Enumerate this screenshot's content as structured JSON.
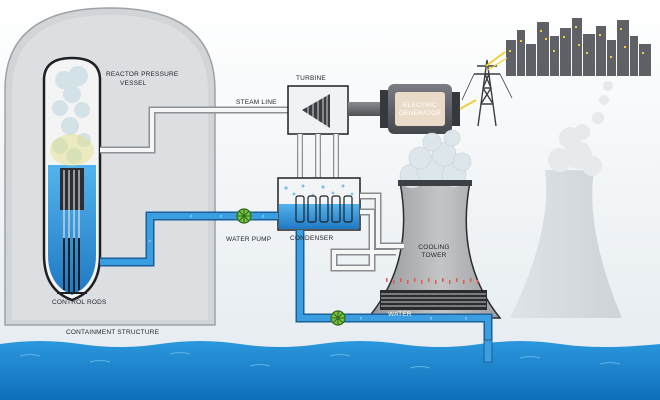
{
  "labels": {
    "reactor_vessel_line1": "REACTOR PRESSURE",
    "reactor_vessel_line2": "VESSEL",
    "turbine": "TURBINE",
    "steam_line": "STEAM LINE",
    "generator_line1": "ELECTRIC",
    "generator_line2": "GENERATOR",
    "water_pump": "WATER PUMP",
    "condenser": "CONDENSER",
    "cooling_tower_line1": "COOLING",
    "cooling_tower_line2": "TOWER",
    "control_rods": "CONTROL RODS",
    "water": "WATER",
    "containment_structure": "CONTAINMENT STRUCTURE"
  },
  "colors": {
    "sky": "#e7edf1",
    "containment": "#d6d8db",
    "vessel": "#e4e5e6",
    "pipe_blue": "#2f8fd3",
    "pipe_steam": "#f1f1f1",
    "ocean": "#1f8fd6",
    "tower": "#b6b7b9",
    "generator": "#5d6066",
    "pump_green": "#7cc242"
  },
  "icons": [
    "reactor-vessel-icon",
    "turbine-icon",
    "generator-icon",
    "pump-icon",
    "city-skyline-icon",
    "power-tower-icon",
    "cooling-tower-icon",
    "cloud-icon"
  ]
}
